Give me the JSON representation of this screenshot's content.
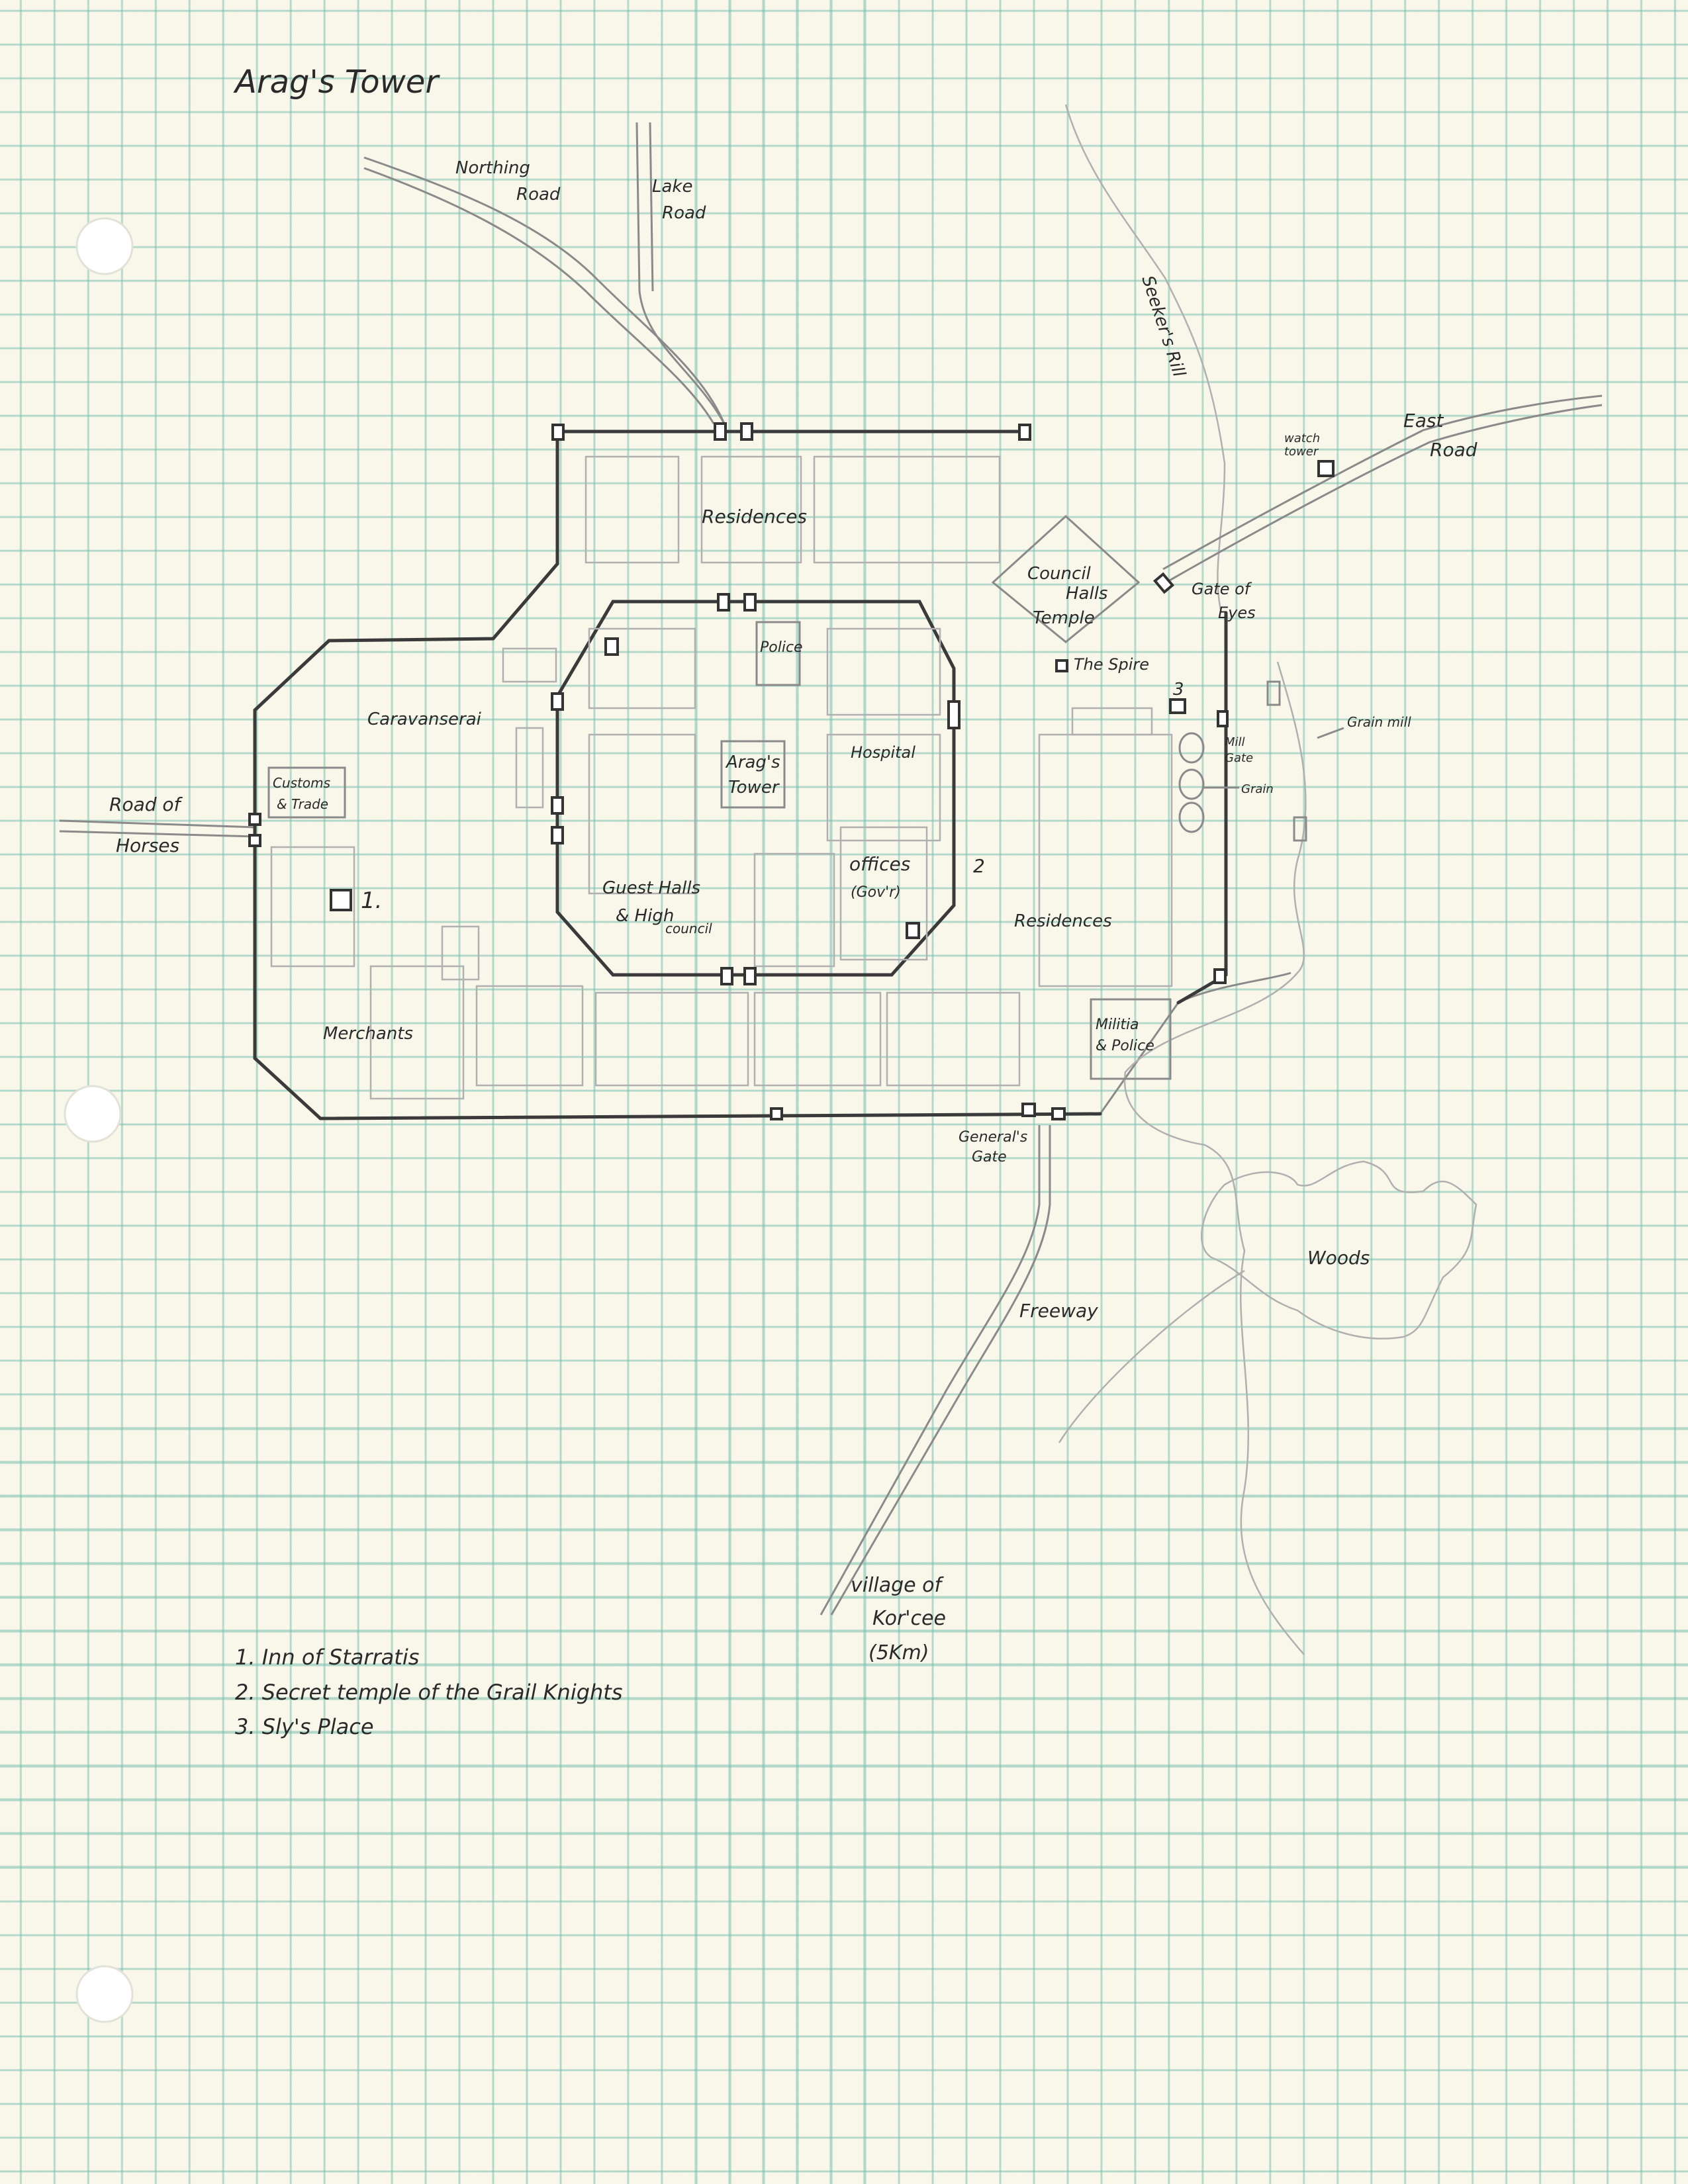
{
  "title": "Arag's Tower",
  "roads": {
    "northing_road": [
      "Northing",
      "Road"
    ],
    "lake_road": [
      "Lake",
      "Road"
    ],
    "seekers_rill": "Seeker's Rill",
    "east_road": [
      "East",
      "Road"
    ],
    "road_of_horses": [
      "Road of",
      "Horses"
    ],
    "freeway": "Freeway"
  },
  "districts": {
    "residences_north": "Residences",
    "police": "Police",
    "caravanserai": "Caravanserai",
    "arags_tower": [
      "Arag's",
      "Tower"
    ],
    "hospital": "Hospital",
    "customs": [
      "Customs",
      "& Trade"
    ],
    "offices": [
      "offices",
      "(Gov'r)"
    ],
    "guest_halls": [
      "Guest Halls",
      "& High",
      "council"
    ],
    "residences_east": "Residences",
    "merchants": "Merchants",
    "militia": [
      "Militia",
      "& Police"
    ],
    "council_halls": [
      "Council",
      "Halls"
    ],
    "temple": "Temple",
    "the_spire": "The Spire",
    "gate_of_eyes": [
      "Gate of",
      "Eyes"
    ],
    "watch_tower": [
      "watch",
      "tower"
    ],
    "mill_gate": [
      "Mill",
      "Gate"
    ],
    "grain": "Grain",
    "grain_mill": "Grain mill",
    "generals_gate": [
      "General's",
      "Gate"
    ],
    "woods": "Woods",
    "village": [
      "village of",
      "Kor'cee",
      "(5Km)"
    ]
  },
  "markers": {
    "m1": "1.",
    "m2": "2",
    "m3": "3"
  },
  "legend": [
    "1. Inn of Starratis",
    "2. Secret temple of the Grail Knights",
    "3. Sly's Place"
  ]
}
